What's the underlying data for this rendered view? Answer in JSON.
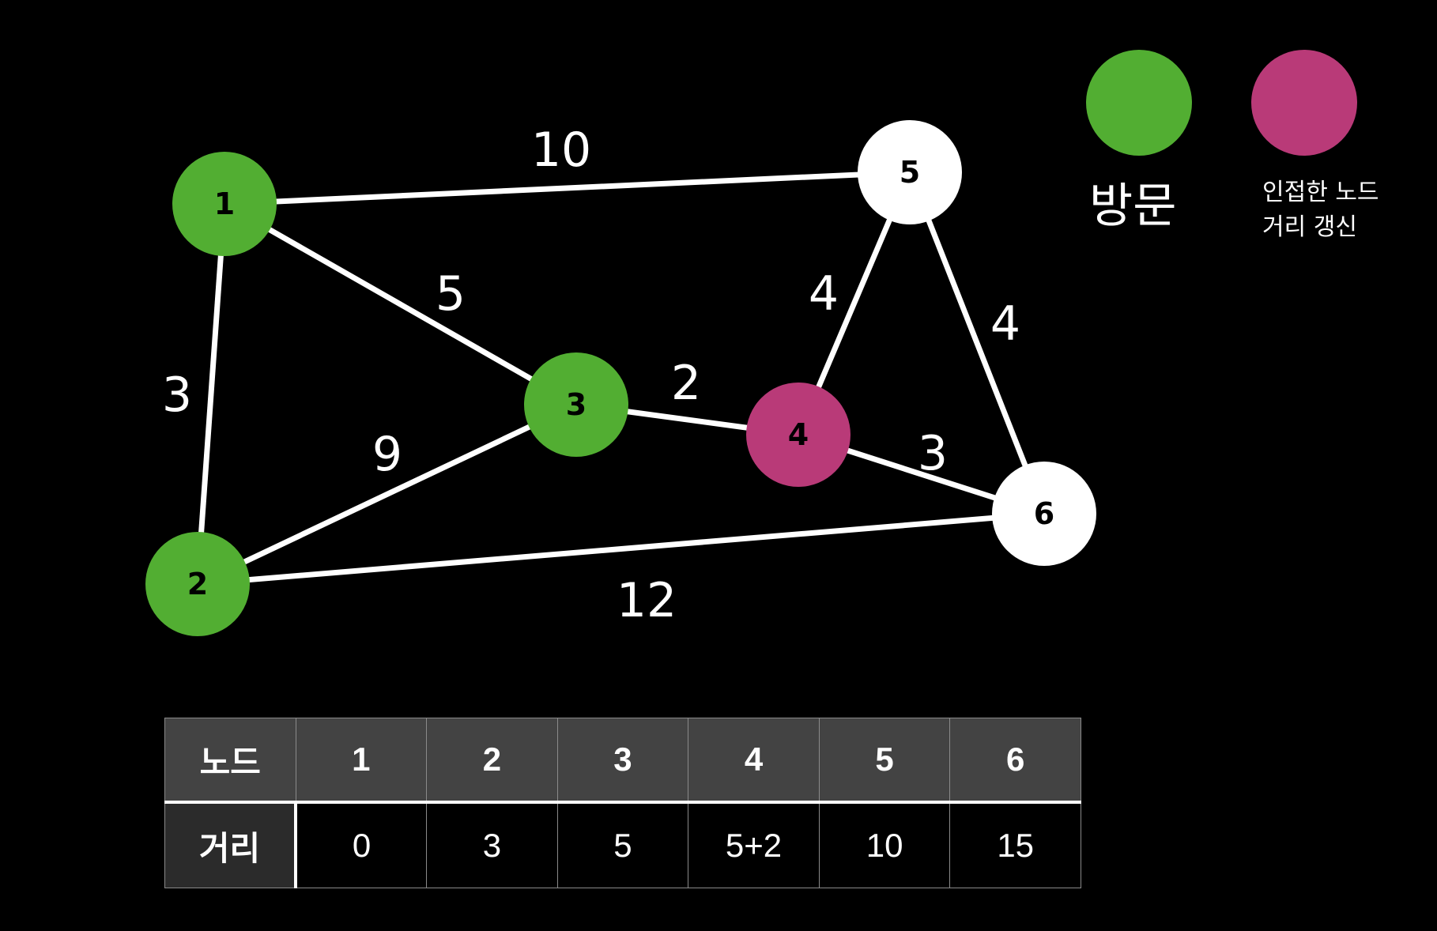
{
  "colors": {
    "background": "#000000",
    "visited": "#52ae32",
    "updated": "#b93a78",
    "unvisited": "#ffffff",
    "edge": "#ffffff"
  },
  "graph": {
    "nodes": [
      {
        "id": "1",
        "label": "1",
        "state": "visited"
      },
      {
        "id": "2",
        "label": "2",
        "state": "visited"
      },
      {
        "id": "3",
        "label": "3",
        "state": "visited"
      },
      {
        "id": "4",
        "label": "4",
        "state": "updated"
      },
      {
        "id": "5",
        "label": "5",
        "state": "unvisited"
      },
      {
        "id": "6",
        "label": "6",
        "state": "unvisited"
      }
    ],
    "edges": [
      {
        "from": "1",
        "to": "5",
        "weight": "10"
      },
      {
        "from": "1",
        "to": "3",
        "weight": "5"
      },
      {
        "from": "1",
        "to": "2",
        "weight": "3"
      },
      {
        "from": "2",
        "to": "3",
        "weight": "9"
      },
      {
        "from": "3",
        "to": "4",
        "weight": "2"
      },
      {
        "from": "4",
        "to": "5",
        "weight": "4"
      },
      {
        "from": "5",
        "to": "6",
        "weight": "4"
      },
      {
        "from": "4",
        "to": "6",
        "weight": "3"
      },
      {
        "from": "2",
        "to": "6",
        "weight": "12"
      }
    ]
  },
  "legend": {
    "visited_label": "방문",
    "updated_label_line1": "인접한 노드",
    "updated_label_line2": "거리 갱신"
  },
  "table": {
    "header_label": "노드",
    "row_label": "거리",
    "nodes": [
      "1",
      "2",
      "3",
      "4",
      "5",
      "6"
    ],
    "distances": [
      "0",
      "3",
      "5",
      "5+2",
      "10",
      "15"
    ]
  }
}
